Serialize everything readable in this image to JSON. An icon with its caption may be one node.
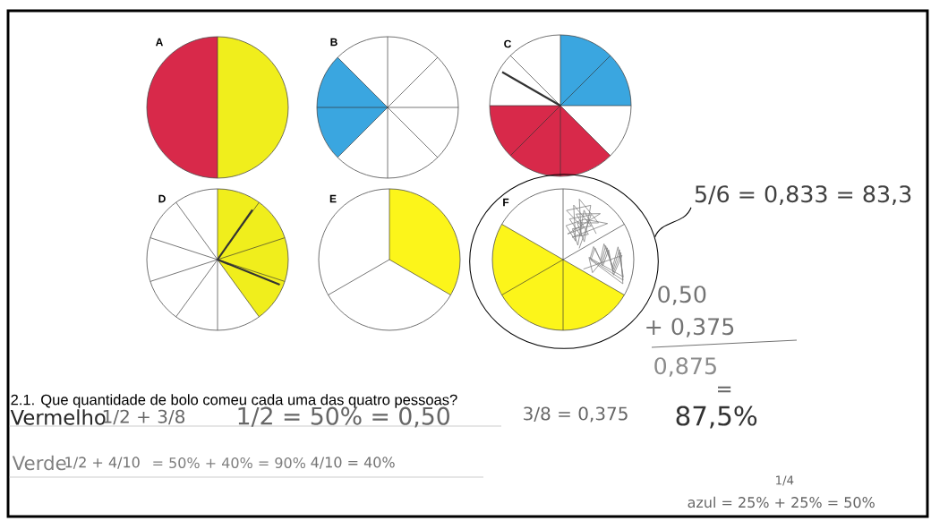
{
  "diagram": {
    "nodes": [
      {
        "text": [
          "A"
        ]
      },
      {
        "text": [
          "B"
        ]
      },
      {
        "text": [
          "C"
        ]
      },
      {
        "text": [
          "D"
        ]
      },
      {
        "text": [
          "E"
        ]
      },
      {
        "text": [
          "F"
        ]
      },
      {
        "text": [
          "5/6 = 0,833 = 83,3"
        ]
      }
    ],
    "edges": [
      {
        "from": 5,
        "to": 6,
        "arrow": "none"
      }
    ],
    "labels": [
      "2.1. Que quantidade de bolo comeu cada uma das quatro pessoas?",
      "0,50",
      "+ 0,375",
      "0,875",
      "=",
      "Vermelho",
      "1/2 + 3/8",
      "1/2 = 50% = 0,50",
      "3/8 = 0,375",
      "87,5%",
      "Verde",
      "1/2 + 4/10",
      "= 50% + 40% = 90%",
      "4/10 = 40%",
      "1/4",
      "azul = 25% + 25% = 50%"
    ]
  }
}
